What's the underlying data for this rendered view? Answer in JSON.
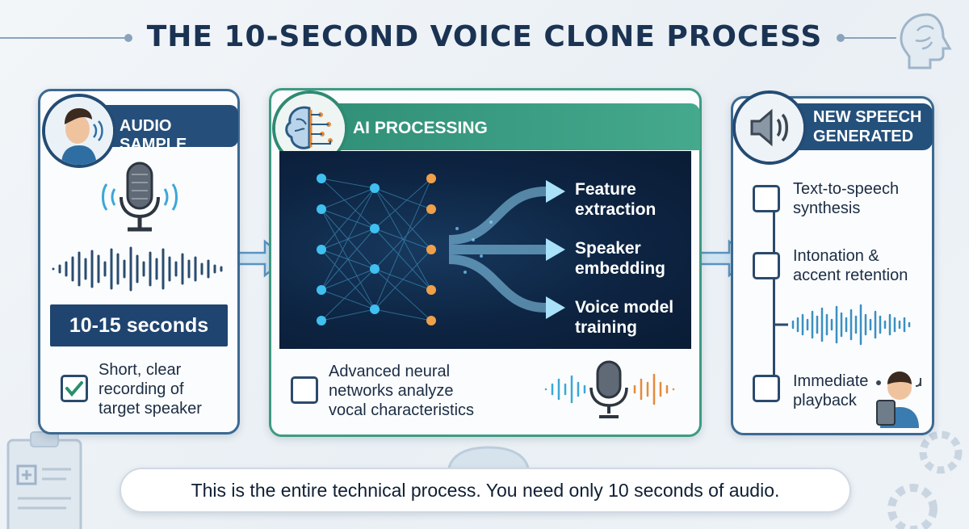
{
  "title": "THE 10-SECOND VOICE CLONE PROCESS",
  "audio_sample": {
    "header": "AUDIO SAMPLE",
    "duration": "10-15 seconds",
    "description": [
      "Short, clear",
      "recording of",
      "target speaker"
    ],
    "checked": true
  },
  "ai_processing": {
    "header": "AI PROCESSING",
    "outputs": [
      [
        "Feature",
        "extraction"
      ],
      [
        "Speaker",
        "embedding"
      ],
      [
        "Voice model",
        "training"
      ]
    ],
    "description": [
      "Advanced neural",
      "networks analyze",
      "vocal characteristics"
    ]
  },
  "new_speech": {
    "header": [
      "NEW SPEECH",
      "GENERATED"
    ],
    "steps": [
      [
        "Text-to-speech",
        "synthesis"
      ],
      [
        "Intonation &",
        "accent retention"
      ],
      [
        "Immediate",
        "playback"
      ]
    ]
  },
  "caption": "This is the entire technical process. You need only 10 seconds of audio.",
  "colors": {
    "navy": "#1f4470",
    "teal": "#3d9b82",
    "accent_blue": "#3ba7d8",
    "accent_orange": "#e58a3a"
  }
}
